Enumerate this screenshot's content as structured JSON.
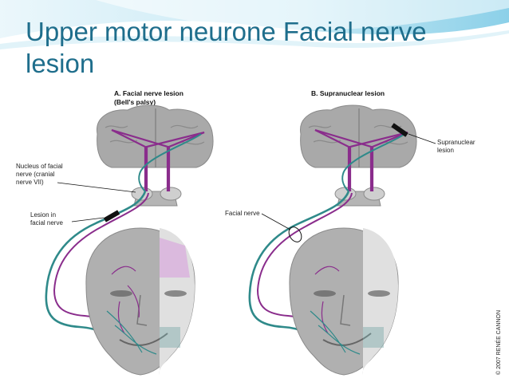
{
  "slide": {
    "title": "Upper motor neurone Facial nerve lesion"
  },
  "figure": {
    "panel_a": {
      "heading_line1": "A. Facial nerve lesion",
      "heading_line2": "(Bell's palsy)",
      "label_nucleus_1": "Nucleus of facial",
      "label_nucleus_2": "nerve (cranial",
      "label_nucleus_3": "nerve VII)",
      "label_lesion_1": "Lesion in",
      "label_lesion_2": "facial nerve"
    },
    "panel_b": {
      "heading": "B. Supranuclear lesion",
      "label_supranuclear_1": "Supranuclear",
      "label_supranuclear_2": "lesion",
      "label_facial_nerve": "Facial nerve"
    },
    "credit": "© 2007 RENÉE CANNON"
  },
  "colors": {
    "title": "#1f6e8c",
    "motor_tract": "#8a2d8c",
    "facial_nerve": "#2f8a8a",
    "brain": "#a9a9a9",
    "face_shade": "#9c9c9c",
    "paralysis_tint": "#d9b3dd"
  }
}
